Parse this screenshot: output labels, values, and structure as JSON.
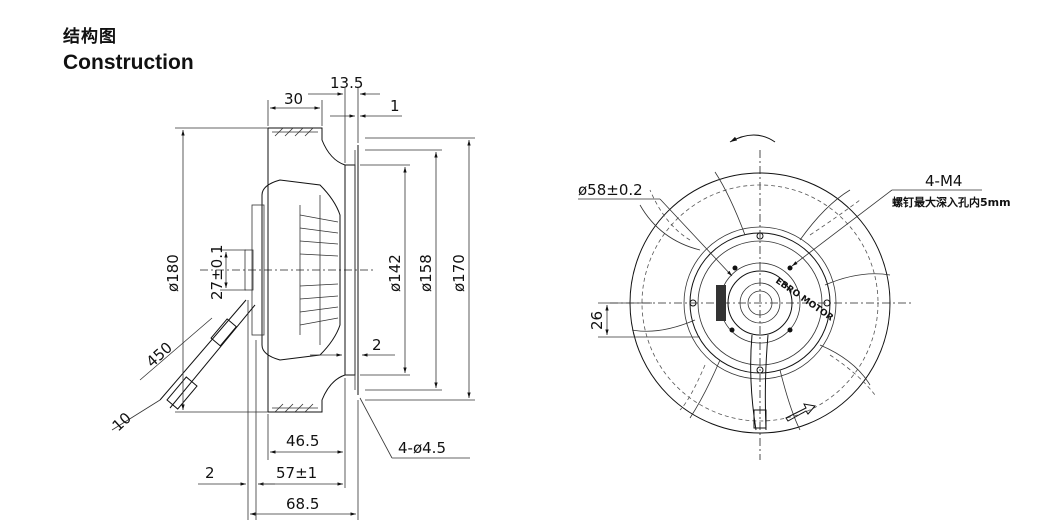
{
  "title_cn": "结构图",
  "title_en": "Construction",
  "side_view": {
    "dim_30": "30",
    "dim_13_5": "13.5",
    "dim_1": "1",
    "dim_d180": "ø180",
    "dim_27": "27±0.1",
    "dim_d142": "ø142",
    "dim_d158": "ø158",
    "dim_d170": "ø170",
    "dim_2_gap": "2",
    "dim_450": "450",
    "dim_10": "10",
    "dim_46_5": "46.5",
    "dim_57": "57±1",
    "dim_68_5": "68.5",
    "dim_2_bottom": "2",
    "dim_holes": "4-ø4.5"
  },
  "front_view": {
    "dim_d58": "ø58±0.2",
    "dim_m4": "4-M4",
    "note_screw": "螺钉最大深入孔内5mm",
    "dim_26": "26",
    "motor_text": "EBRO MOTOR"
  }
}
